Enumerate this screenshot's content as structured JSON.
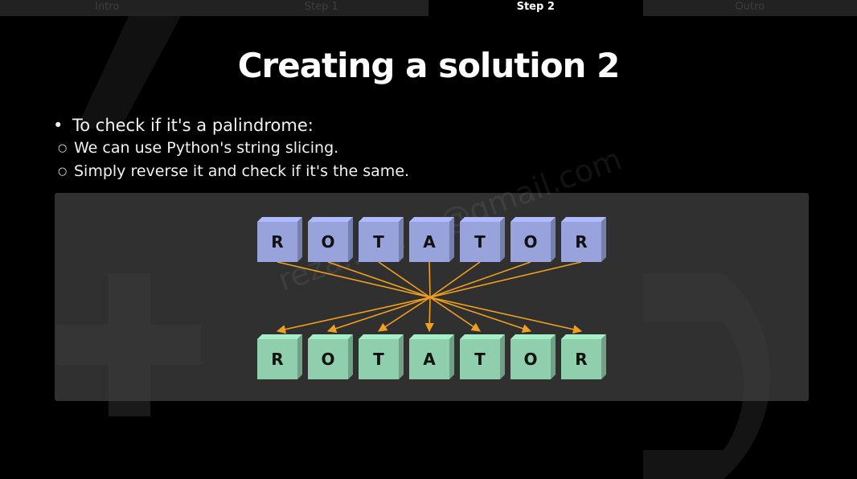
{
  "tabs": [
    {
      "label": "Intro",
      "active": false
    },
    {
      "label": "Step 1",
      "active": false
    },
    {
      "label": "Step 2",
      "active": true
    },
    {
      "label": "Outro",
      "active": false
    }
  ],
  "slide": {
    "title": "Creating a solution 2",
    "bullet_main": "To check if it's a palindrome:",
    "bullet_sub_1": "We can use Python's string slicing.",
    "bullet_sub_2": "Simply reverse it and check if it's the same.",
    "watermark": "reza.........n@gmail.com"
  },
  "diagram": {
    "top_letters": [
      "R",
      "O",
      "T",
      "A",
      "T",
      "O",
      "R"
    ],
    "bottom_letters": [
      "R",
      "O",
      "T",
      "A",
      "T",
      "O",
      "R"
    ],
    "colors": {
      "top_cube": "#98a3dc",
      "bottom_cube": "#8fcfae",
      "arrow": "#f0a020"
    }
  }
}
